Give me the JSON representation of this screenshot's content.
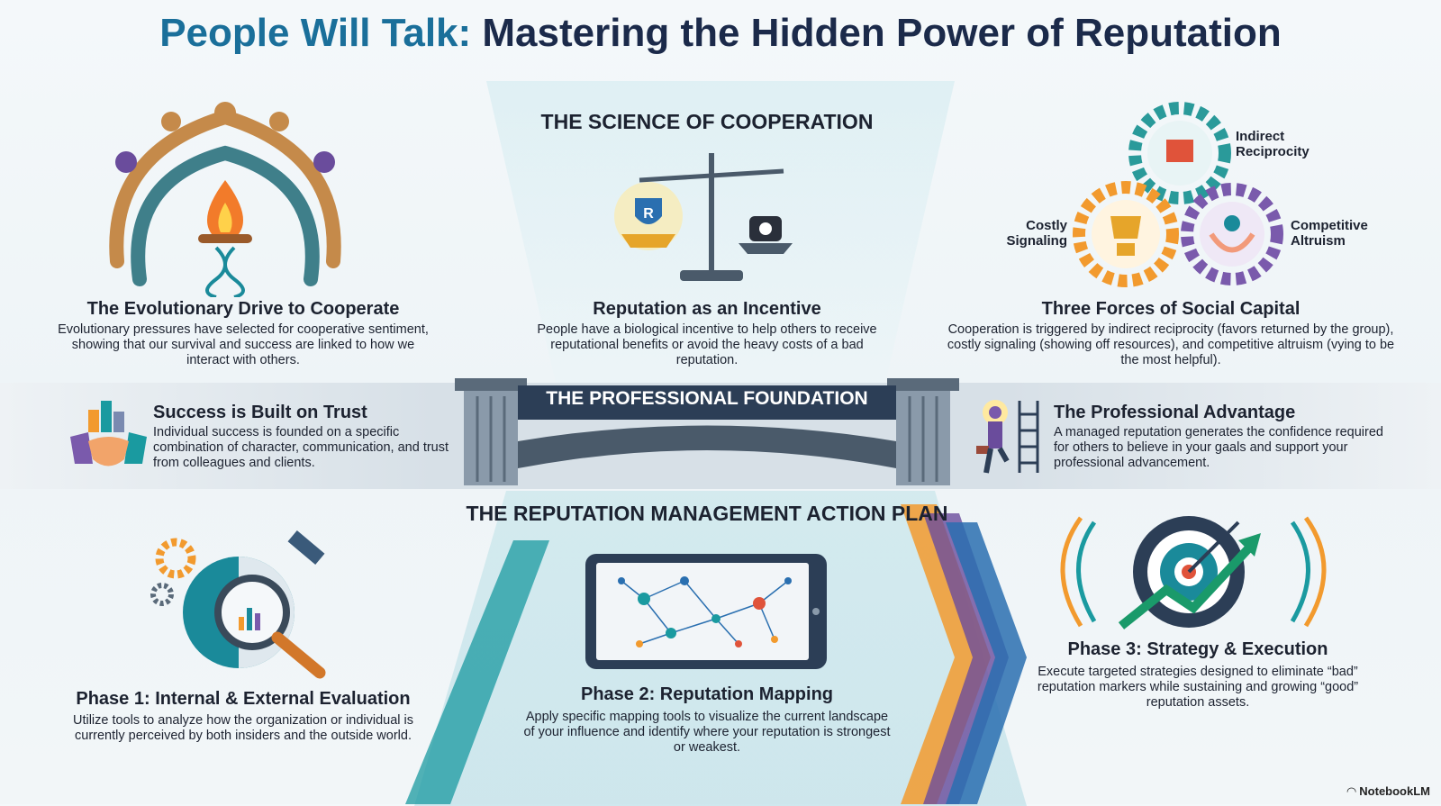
{
  "title": {
    "part1": "People Will Talk:",
    "part2": "Mastering the Hidden Power of Reputation"
  },
  "sections": {
    "science": "THE SCIENCE OF COOPERATION",
    "foundation": "THE PROFESSIONAL FOUNDATION",
    "action": "THE REPUTATION MANAGEMENT ACTION PLAN"
  },
  "evolutionary": {
    "heading": "The Evolutionary Drive to Cooperate",
    "text": "Evolutionary pressures have selected for cooperative sentiment, showing that our survival and success are linked to how we interact with others."
  },
  "incentive": {
    "heading": "Reputation as an Incentive",
    "text": "People have a biological incentive to help others to receive reputational benefits or avoid the heavy costs of a bad reputation."
  },
  "forces": {
    "heading": "Three Forces of Social Capital",
    "text": "Cooperation is triggered by indirect reciprocity (favors returned by the group), costly signaling (showing off resources), and competitive altruism (vying to be the most helpful).",
    "gear_labels": [
      "Indirect Reciprocity",
      "Costly Signaling",
      "Competitive Altruism"
    ]
  },
  "trust": {
    "heading": "Success is Built on Trust",
    "text": "Individual success is founded on a specific combination of character, communication, and trust from colleagues and clients."
  },
  "advantage": {
    "heading": "The Professional Advantage",
    "text": "A managed reputation generates the confidence required for others to believe in your gaals and support your professional advancement."
  },
  "phase1": {
    "heading": "Phase 1: Internal & External Evaluation",
    "text": "Utilize tools to analyze how the organization or individual is currently perceived by both insiders and the outside world."
  },
  "phase2": {
    "heading": "Phase 2: Reputation Mapping",
    "text": "Apply specific mapping tools to visualize the current landscape of your influence and identify where your reputation is strongest or weakest."
  },
  "phase3": {
    "heading": "Phase 3: Strategy & Execution",
    "text": "Execute targeted strategies designed to eliminate “bad” reputation markers while sustaining and growing “good” reputation assets."
  },
  "branding": "NotebookLM",
  "colors": {
    "navy": "#1b2a4a",
    "teal": "#1a8a9a",
    "orange": "#f29a2e",
    "purple": "#6a4c9c"
  }
}
